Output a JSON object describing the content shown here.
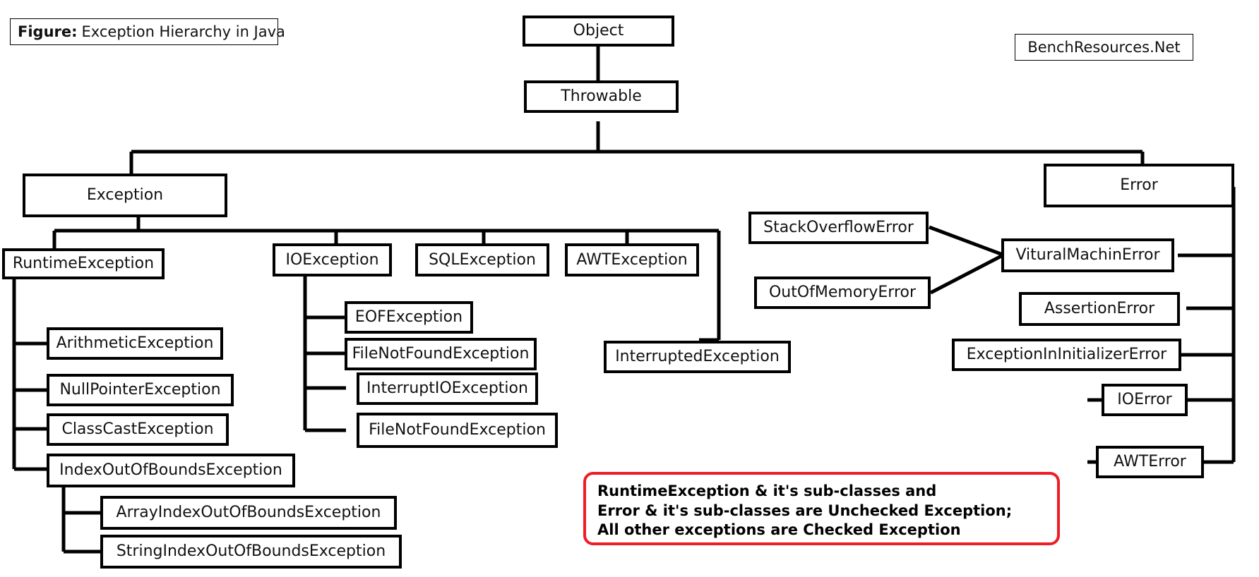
{
  "figure": {
    "label_bold": "Figure:",
    "label_rest": "Exception Hierarchy in Java"
  },
  "brand": {
    "text": "BenchResources.Net"
  },
  "colors": {
    "stroke": "#000000",
    "note_border": "#ee1c25",
    "background": "#ffffff"
  },
  "nodes": {
    "object": "Object",
    "throwable": "Throwable",
    "exception": "Exception",
    "error": "Error",
    "runtime_exception": "RuntimeException",
    "io_exception": "IOException",
    "sql_exception": "SQLException",
    "awt_exception": "AWTException",
    "interrupted_exception": "InterruptedException",
    "arithmetic_exception": "ArithmeticException",
    "null_pointer_exception": "NullPointerException",
    "class_cast_exception": "ClassCastException",
    "index_out_of_bounds_exception": "IndexOutOfBoundsException",
    "array_index_out_of_bounds_exception": "ArrayIndexOutOfBoundsException",
    "string_index_out_of_bounds_exception": "StringIndexOutOfBoundsException",
    "eof_exception": "EOFException",
    "file_not_found_exception": "FileNotFoundException",
    "interrupt_io_exception": "InterruptIOException",
    "file_not_found_exception_2": "FileNotFoundException",
    "stack_overflow_error": "StackOverflowError",
    "out_of_memory_error": "OutOfMemoryError",
    "vitural_machin_error": "VituralMachinError",
    "assertion_error": "AssertionError",
    "exception_in_initializer_error": "ExceptionInInitializerError",
    "io_error": "IOError",
    "awt_error": "AWTError"
  },
  "note": {
    "line1": "RuntimeException & it's sub-classes and",
    "line2": "Error & it's sub-classes are Unchecked Exception;",
    "line3": "All other exceptions are Checked Exception"
  },
  "hierarchy": {
    "Object": [
      "Throwable"
    ],
    "Throwable": [
      "Exception",
      "Error"
    ],
    "Exception": [
      "RuntimeException",
      "IOException",
      "SQLException",
      "AWTException",
      "InterruptedException"
    ],
    "RuntimeException": [
      "ArithmeticException",
      "NullPointerException",
      "ClassCastException",
      "IndexOutOfBoundsException"
    ],
    "IndexOutOfBoundsException": [
      "ArrayIndexOutOfBoundsException",
      "StringIndexOutOfBoundsException"
    ],
    "IOException": [
      "EOFException",
      "FileNotFoundException",
      "InterruptIOException",
      "FileNotFoundException"
    ],
    "Error": [
      "VituralMachinError",
      "AssertionError",
      "ExceptionInInitializerError",
      "IOError",
      "AWTError"
    ],
    "VituralMachinError": [
      "StackOverflowError",
      "OutOfMemoryError"
    ]
  }
}
